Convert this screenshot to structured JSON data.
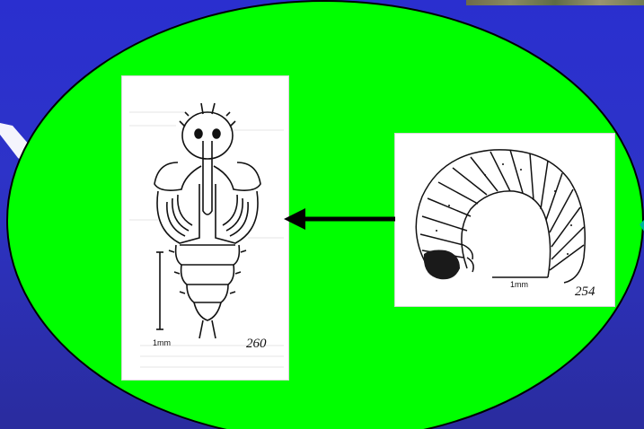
{
  "figures": {
    "pupa": {
      "scale_label": "1mm",
      "figure_number": "260"
    },
    "larva": {
      "scale_label": "1mm",
      "figure_number": "254"
    }
  },
  "colors": {
    "background": "#2c31c4",
    "ellipse_fill": "#00ff00",
    "ellipse_outline": "#000000",
    "arrow": "#000000"
  },
  "icons": {
    "arrow": "left-arrow-icon"
  }
}
